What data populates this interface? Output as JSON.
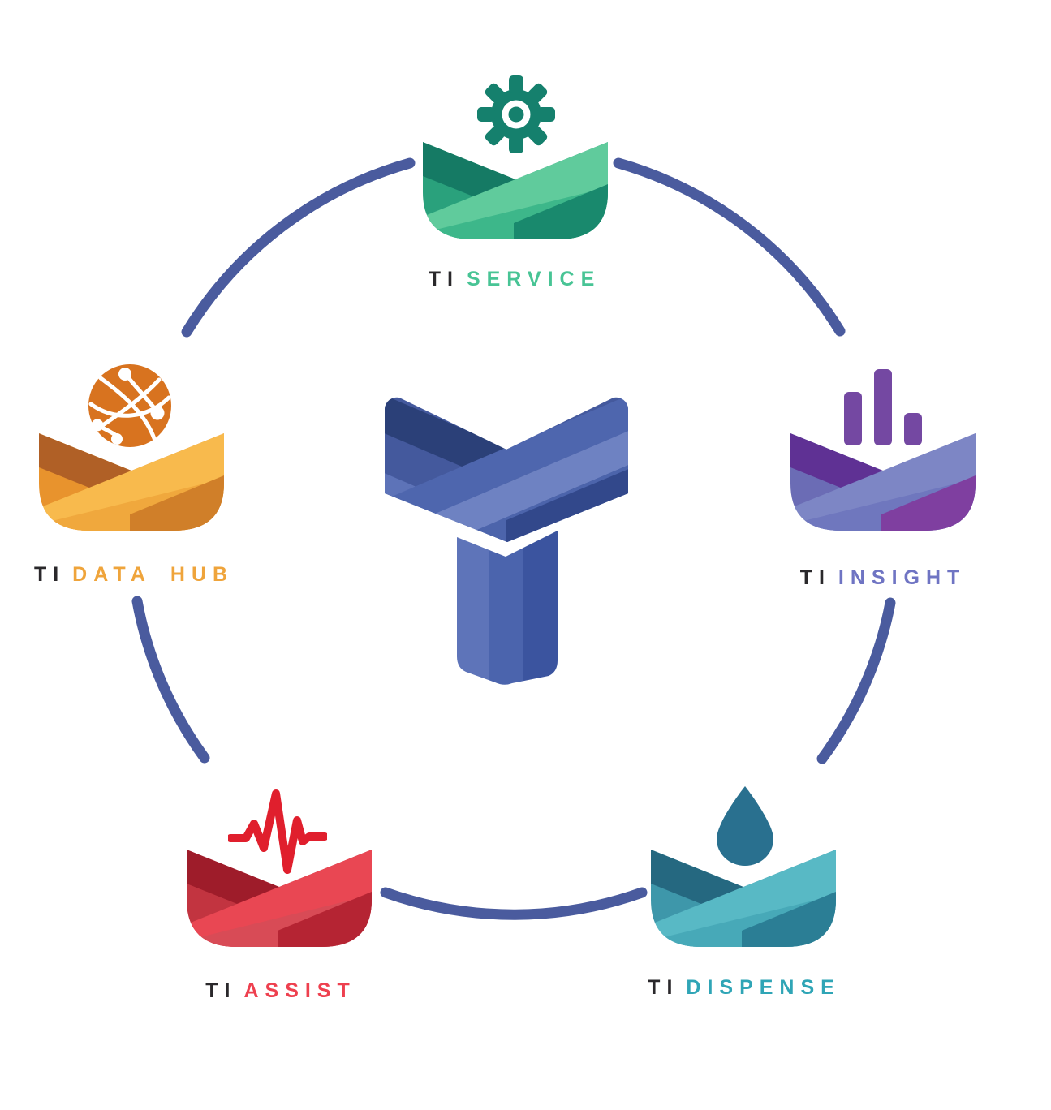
{
  "diagram": {
    "description": "TI product ecosystem circle diagram",
    "background_color": "#ffffff",
    "connector_color": "#4a5b9e",
    "prefix_color": "#2a282b",
    "center_logo": {
      "name": "TI mark",
      "colors": {
        "dark_navy": "#2b4078",
        "base_blue": "#44599d",
        "medium_blue": "#4e66ae",
        "light_blue": "#6e82c2",
        "stem_left": "#5e74b9",
        "stem_mid": "#4b64ad",
        "stem_right": "#3b549f"
      }
    },
    "products": [
      {
        "id": "service",
        "prefix": "TI",
        "name": "SERVICE",
        "icon": "gear-icon",
        "accent": "#48c495",
        "palette": {
          "dark": "#157a64",
          "base": "#2aa17c",
          "light": "#60cb9c",
          "mid": "#3db78a",
          "deep": "#19896d",
          "icon": "#15806d"
        }
      },
      {
        "id": "data-hub",
        "prefix": "TI",
        "name": "DATA HUB",
        "icon": "globe-network-icon",
        "accent": "#efa43b",
        "palette": {
          "dark": "#b06026",
          "base": "#e8932d",
          "light": "#f8ba4d",
          "mid": "#f0a83d",
          "deep": "#d07f29",
          "icon": "#d8731f"
        }
      },
      {
        "id": "insight",
        "prefix": "TI",
        "name": "INSIGHT",
        "icon": "bar-chart-icon",
        "accent": "#6f74c3",
        "palette": {
          "dark": "#5f3194",
          "base": "#6b6cb5",
          "light": "#7d86c5",
          "mid": "#6f77be",
          "deep": "#7f3fa0",
          "icon": "#7448a2"
        }
      },
      {
        "id": "assist",
        "prefix": "TI",
        "name": "ASSIST",
        "icon": "heartbeat-icon",
        "accent": "#ee404f",
        "palette": {
          "dark": "#9e1c2a",
          "base": "#c23440",
          "light": "#e94753",
          "mid": "#d84b56",
          "deep": "#b52433",
          "icon": "#e01f2d"
        }
      },
      {
        "id": "dispense",
        "prefix": "TI",
        "name": "DISPENSE",
        "icon": "water-drop-icon",
        "accent": "#2fa5b6",
        "palette": {
          "dark": "#256880",
          "base": "#3e97aa",
          "light": "#58b9c5",
          "mid": "#47a9b8",
          "deep": "#2b7e95",
          "icon": "#29708f"
        }
      }
    ]
  }
}
